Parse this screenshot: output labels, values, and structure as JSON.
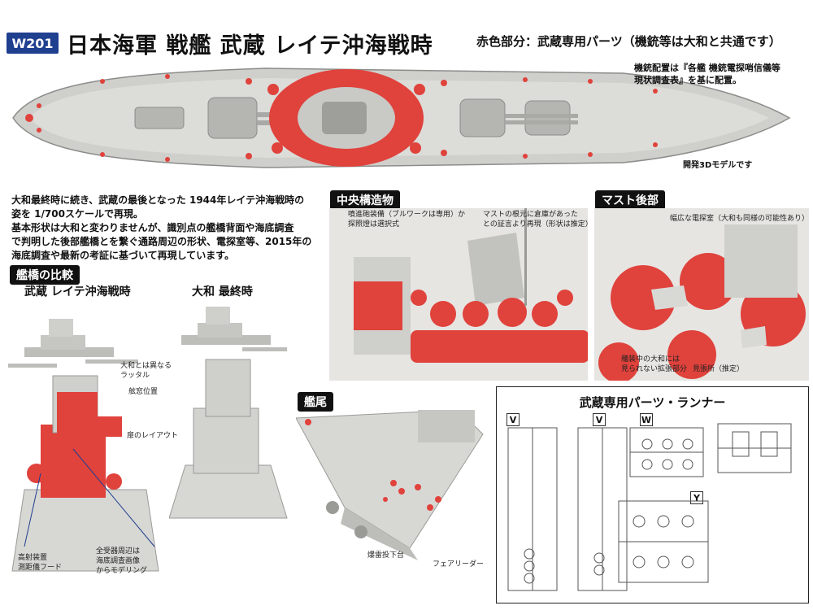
{
  "header": {
    "code": "W201",
    "title": "日本海軍 戦艦 武蔵 レイテ沖海戦時",
    "subtitle": "赤色部分：武蔵専用パーツ（機銃等は大和と共通です）"
  },
  "notes": {
    "gun_layout_line1": "機銃配置は『各艦 機銃電探哨信儀等",
    "gun_layout_line2": "現状調査表』を基に配置。",
    "model_note": "開発3Dモデルです"
  },
  "description": [
    "大和最終時に続き、武蔵の最後となった 1944年レイテ沖海戦時の",
    "姿を 1/700スケールで再現。",
    "基本形状は大和と変わりませんが、識別点の艦橋背面や海底調査",
    "で判明した後部艦橋とを繋ぐ通路周辺の形状、電探室等、2015年の",
    "海底調査や最新の考証に基づいて再現しています。"
  ],
  "bridge": {
    "section": "艦橋の比較",
    "musashi_caption": "武蔵 レイテ沖海戦時",
    "yamato_caption": "大和 最終時",
    "label_ladder_1": "大和とは異なる",
    "label_ladder_2": "ラッタル",
    "label_window": "舷窓位置",
    "label_door": "扉のレイアウト",
    "label_hood_1": "高射装置",
    "label_hood_2": "測距儀フード",
    "label_receiver_1": "全受器周辺は",
    "label_receiver_2": "海底調査画像",
    "label_receiver_3": "からモデリング"
  },
  "central": {
    "section": "中央構造物",
    "label_aa_1": "噴進砲装備（ブルワークは専用）か",
    "label_aa_2": "探照燈は選択式",
    "label_mast_1": "マストの根元に倉庫があった",
    "label_mast_2": "との証言より再現（形状は推定）"
  },
  "mast": {
    "section": "マスト後部",
    "label_radar": "幅広な電探室（大和も同様の可能性あり）",
    "label_unique_1": "艤装中の大和には",
    "label_unique_2": "見られない拡張部分",
    "label_lookout": "見張所（推定）"
  },
  "stern": {
    "section": "艦尾",
    "label_depth": "爆雷投下台",
    "label_fair": "フェアリーダー"
  },
  "runner": {
    "title": "武蔵専用パーツ・ランナー",
    "labels": [
      "V",
      "V",
      "W",
      "Y"
    ]
  },
  "colors": {
    "accent_red": "#e0423c",
    "hull_gray": "#cfcfcc",
    "badge_blue": "#1f3f8f"
  }
}
